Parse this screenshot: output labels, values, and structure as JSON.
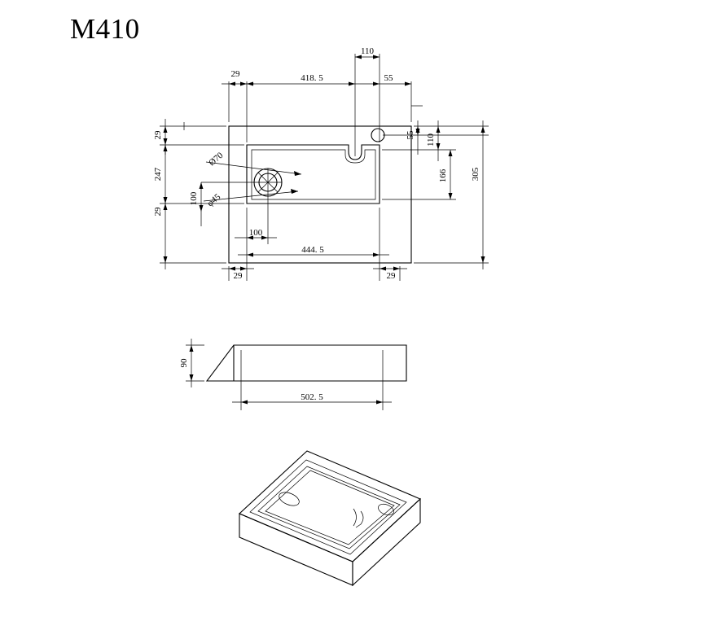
{
  "drawing": {
    "title": "M410",
    "units": "mm",
    "views": [
      {
        "name": "top-view",
        "label": ""
      },
      {
        "name": "front-view",
        "label": ""
      },
      {
        "name": "isometric-view",
        "label": ""
      }
    ]
  },
  "dimensions": {
    "top_view": {
      "left_offset": "29",
      "inner_width": "418. 5",
      "tap_offset": "110",
      "right_offset": "55",
      "top_left_offset": "29",
      "bowl_height": "247",
      "bottom_left_offset": "29",
      "tap_vertical": "55",
      "tap_total": "110",
      "inner_height": "166",
      "overall_height": "305",
      "drain_outer_dia": "Ø70",
      "drain_inner_dia": "φ45",
      "drain_x": "100",
      "drain_y": "100",
      "bottom_width": "444. 5",
      "bottom_left_edge": "29",
      "bottom_right_edge": "29"
    },
    "front_view": {
      "thickness": "90",
      "overall_width": "502. 5"
    }
  },
  "labels": {
    "dim_29_a": "29",
    "dim_4185": "418. 5",
    "dim_110": "110",
    "dim_55_top": "55",
    "dim_29_left_top": "29",
    "dim_247": "247",
    "dim_29_left_bottom": "29",
    "dim_55_right": "55",
    "dim_110_right": "110",
    "dim_166": "166",
    "dim_305": "305",
    "dim_d70": "Ø70",
    "dim_d45": "φ45",
    "dim_100_v": "100",
    "dim_100_h": "100",
    "dim_4445": "444. 5",
    "dim_29_bl": "29",
    "dim_29_br": "29",
    "dim_90": "90",
    "dim_5025": "502. 5"
  }
}
